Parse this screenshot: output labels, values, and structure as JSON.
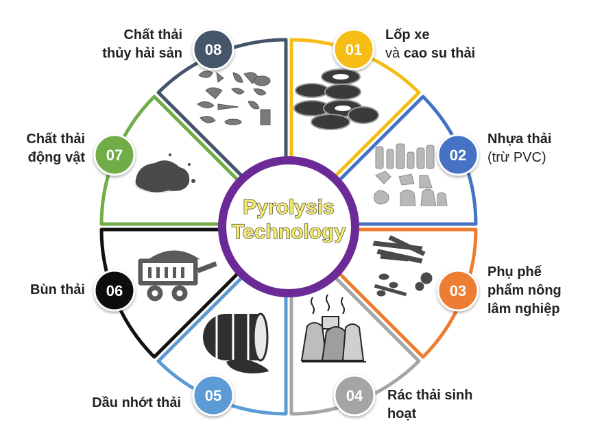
{
  "center": {
    "line1": "Pyrolysis",
    "line2": "Technology",
    "text_color": "#f2ea6f",
    "ring_color": "#6c2a96"
  },
  "segments": [
    {
      "number": "01",
      "line1": "Lốp xe",
      "line2_prefix": "và ",
      "line2": "cao su thải",
      "color": "#f6bd17",
      "icon": "tires-icon"
    },
    {
      "number": "02",
      "line1": "Nhựa thải",
      "line2": "(trừ PVC)",
      "color": "#4472c4",
      "icon": "plastic-waste-icon"
    },
    {
      "number": "03",
      "line1": "Phụ phế",
      "line2": "phẩm nông",
      "line3": "lâm nghiệp",
      "color": "#ed7d31",
      "icon": "agricultural-byproduct-icon"
    },
    {
      "number": "04",
      "line1": "Rác thải sinh",
      "line2": "hoạt",
      "color": "#a5a5a5",
      "icon": "garbage-bags-icon"
    },
    {
      "number": "05",
      "line1": "Dầu nhớt thải",
      "color": "#5b9bd5",
      "icon": "oil-barrel-icon"
    },
    {
      "number": "06",
      "line1": "Bùn thải",
      "color": "#111111",
      "icon": "sludge-cart-icon"
    },
    {
      "number": "07",
      "line1": "Chất thải",
      "line2": "động vật",
      "color": "#70ad47",
      "icon": "animal-waste-icon"
    },
    {
      "number": "08",
      "line1": "Chất thải",
      "line2": "thủy hải sản",
      "color": "#44546a",
      "icon": "seafood-waste-icon"
    }
  ]
}
